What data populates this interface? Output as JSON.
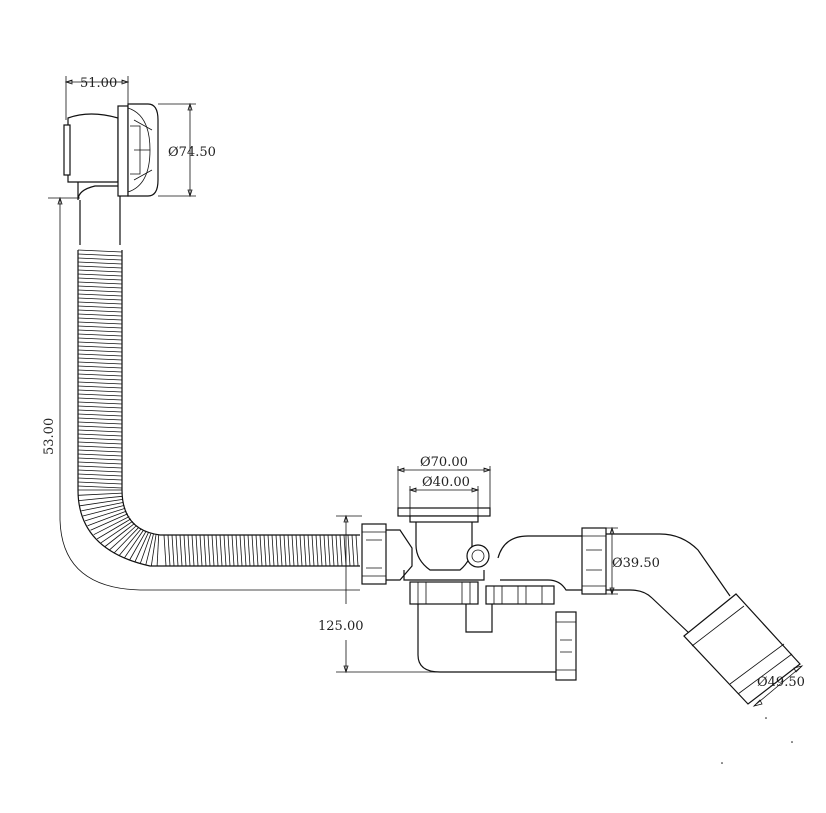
{
  "dimensions": {
    "overflow_width": "51.00",
    "overflow_diameter": "Ø74.50",
    "hose_height": "53.00",
    "waste_outer_diameter": "Ø70.00",
    "waste_inner_diameter": "Ø40.00",
    "trap_depth": "125.00",
    "outlet_diameter": "Ø39.50",
    "adapter_diameter": "Ø49.50"
  },
  "colors": {
    "line": "#111111",
    "background": "#ffffff"
  }
}
